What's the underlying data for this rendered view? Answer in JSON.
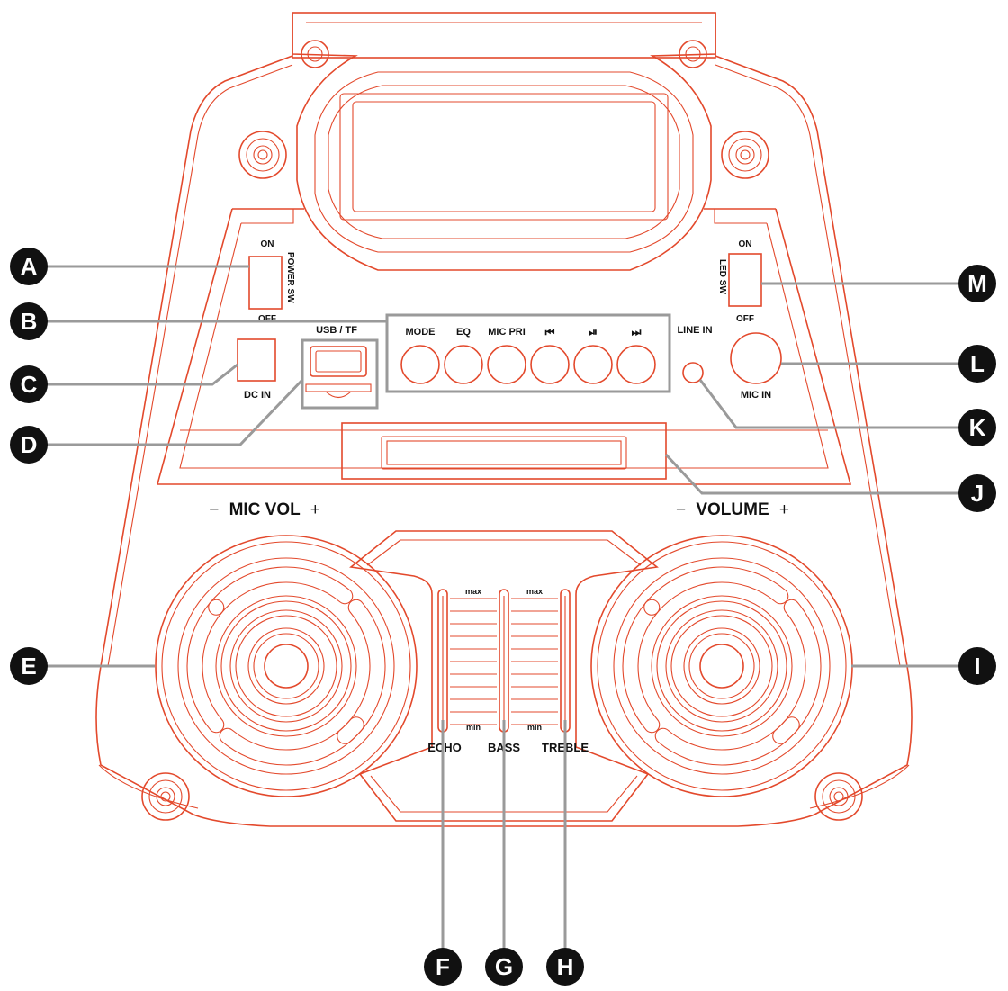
{
  "colors": {
    "outline": "#e3492c",
    "callout": "#9a9a9a",
    "badge": "#111111",
    "text": "#111111"
  },
  "top_panel": {
    "power_on": "ON",
    "power_off": "OFF",
    "power_sw": "POWER SW",
    "led_on": "ON",
    "led_off": "OFF",
    "led_sw": "LED SW",
    "dc_in": "DC IN",
    "usb_tf": "USB / TF",
    "line_in": "LINE IN",
    "mic_in": "MIC IN"
  },
  "buttons": [
    {
      "label": "MODE",
      "icon": ""
    },
    {
      "label": "EQ",
      "icon": ""
    },
    {
      "label": "MIC PRI",
      "icon": ""
    },
    {
      "label": "",
      "icon": "previous-track-icon"
    },
    {
      "label": "",
      "icon": "play-pause-icon"
    },
    {
      "label": "",
      "icon": "next-track-icon"
    }
  ],
  "knobs": {
    "mic_vol": "MIC VOL",
    "volume": "VOLUME",
    "minus": "−",
    "plus": "+"
  },
  "sliders": {
    "max": "max",
    "min": "min",
    "labels": [
      "ECHO",
      "BASS",
      "TREBLE"
    ]
  },
  "callouts": [
    "A",
    "B",
    "C",
    "D",
    "E",
    "F",
    "G",
    "H",
    "I",
    "J",
    "K",
    "L",
    "M"
  ]
}
